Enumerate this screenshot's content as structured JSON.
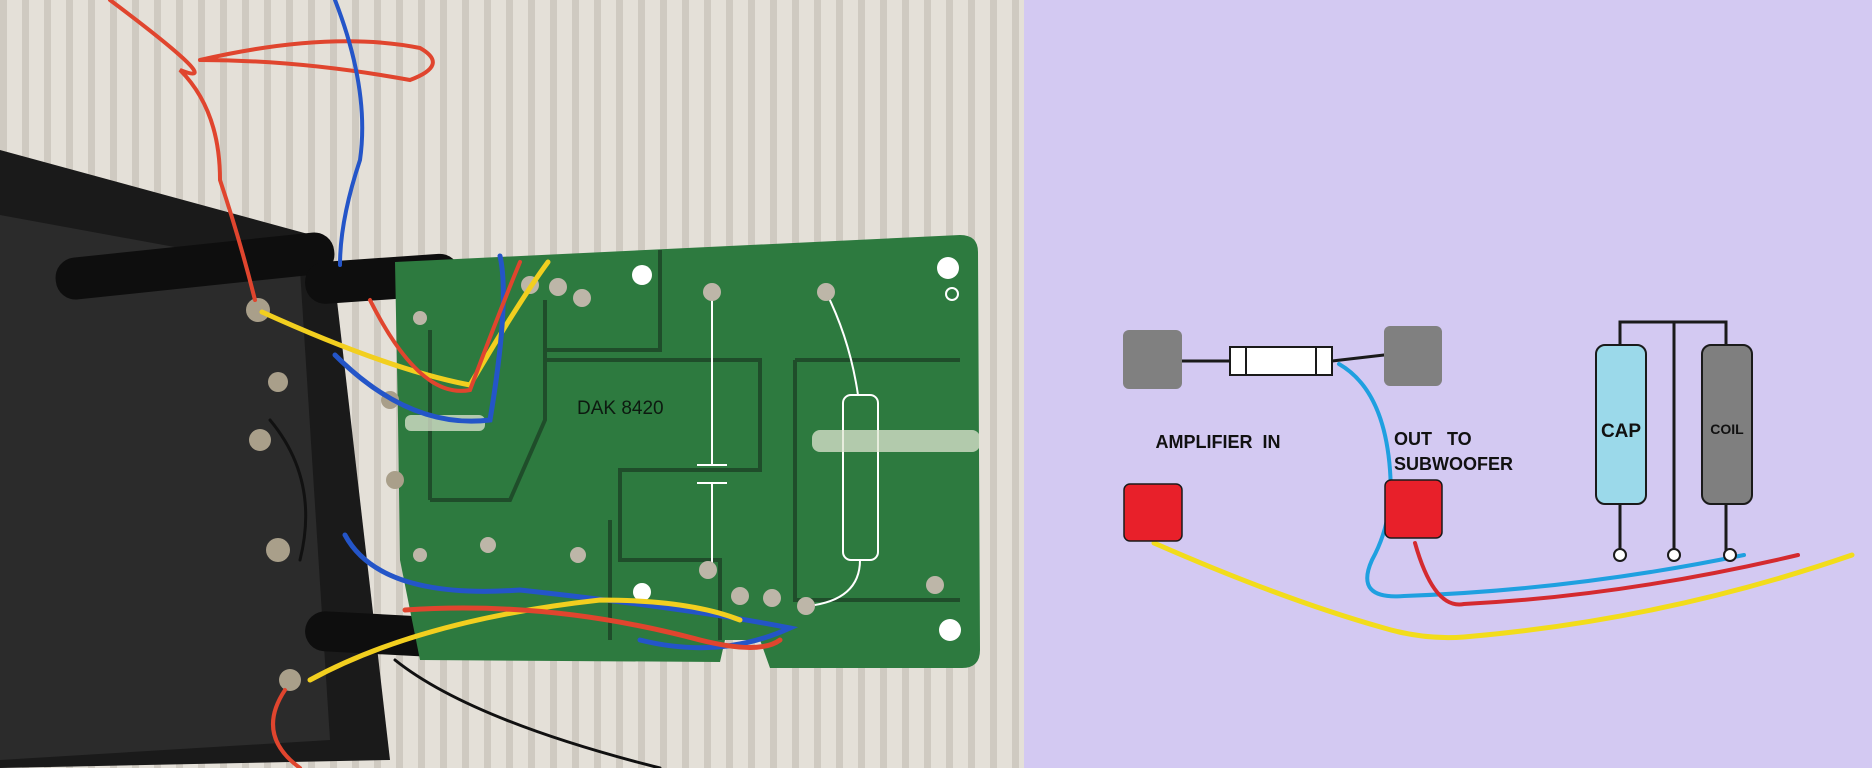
{
  "photo": {
    "board_marking": "DAK 8420",
    "colors": {
      "wall_base": "#e4e0d8",
      "wall_stripe": "#cfcac1",
      "board": "#2d7a3f",
      "board_trace": "#1f4d2a",
      "chassis": "#1a1a1a",
      "wire_red": "#e0452e",
      "wire_blue": "#2455c8",
      "wire_yellow": "#f2cf1f",
      "wire_black": "#111111",
      "solder": "#bdb6a8"
    }
  },
  "diagram": {
    "background": "#d3c9f2",
    "labels": {
      "amp_in": "AMPLIFIER  IN",
      "out_line1": "OUT   TO",
      "out_line2": "SUBWOOFER",
      "cap": "CAP",
      "coil": "COIL"
    },
    "colors": {
      "terminal_gray": "#808080",
      "terminal_red": "#e8202a",
      "cap_fill": "#9bd9ea",
      "coil_fill": "#7f7f7f",
      "wire_blue": "#1fa0e0",
      "wire_red": "#d42a2f",
      "wire_yellow": "#f2dc1b",
      "wire_black": "#1a1a1a",
      "fuse_fill": "#ffffff"
    }
  }
}
